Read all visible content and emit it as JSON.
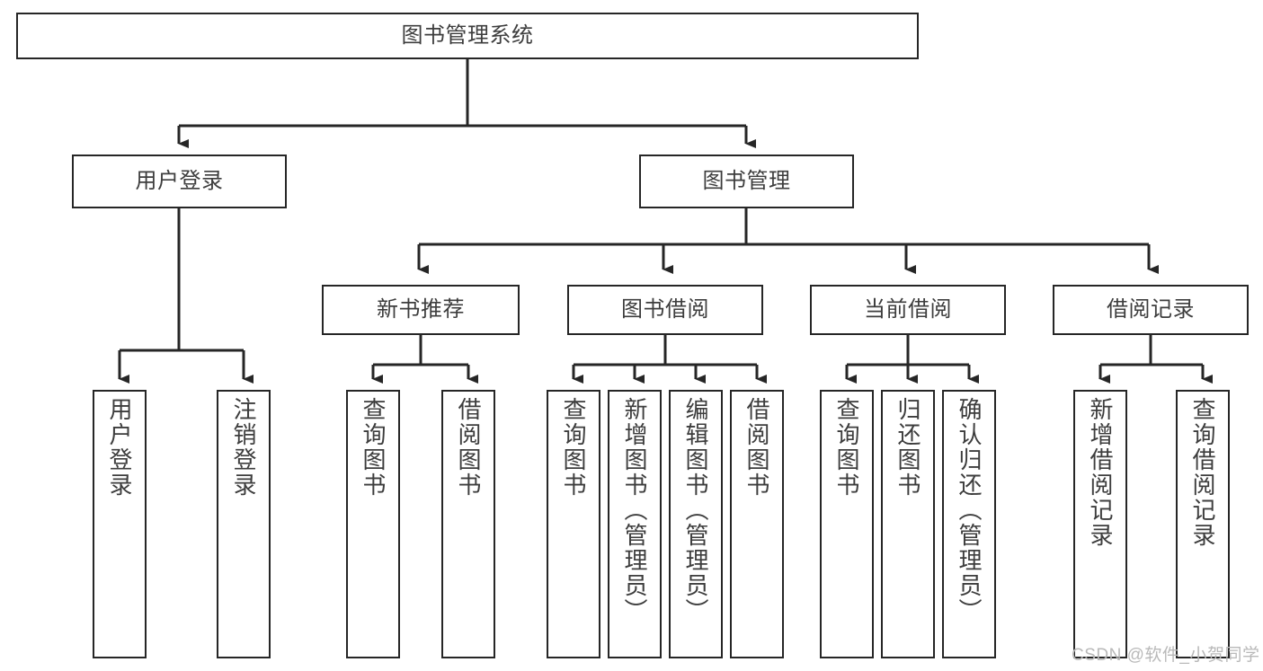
{
  "diagram": {
    "type": "tree-hierarchy-functional-decomposition",
    "root": {
      "id": "root",
      "label": "图书管理系统"
    },
    "level2": [
      {
        "id": "user-login",
        "label": "用户登录"
      },
      {
        "id": "book-management",
        "label": "图书管理"
      }
    ],
    "level3": [
      {
        "id": "new-book-recommend",
        "label": "新书推荐",
        "parent": "book-management"
      },
      {
        "id": "book-borrow",
        "label": "图书借阅",
        "parent": "book-management"
      },
      {
        "id": "current-borrow",
        "label": "当前借阅",
        "parent": "book-management"
      },
      {
        "id": "borrow-record",
        "label": "借阅记录",
        "parent": "book-management"
      }
    ],
    "leaves": [
      {
        "id": "leaf-user-login",
        "label": "用户登录",
        "parent": "user-login"
      },
      {
        "id": "leaf-logout",
        "label": "注销登录",
        "parent": "user-login"
      },
      {
        "id": "leaf-query-book-1",
        "label": "查询图书",
        "parent": "new-book-recommend"
      },
      {
        "id": "leaf-borrow-book-1",
        "label": "借阅图书",
        "parent": "new-book-recommend"
      },
      {
        "id": "leaf-query-book-2",
        "label": "查询图书",
        "parent": "book-borrow"
      },
      {
        "id": "leaf-add-book",
        "label": "新增图书（管理员）",
        "parent": "book-borrow"
      },
      {
        "id": "leaf-edit-book",
        "label": "编辑图书（管理员）",
        "parent": "book-borrow"
      },
      {
        "id": "leaf-borrow-book-2",
        "label": "借阅图书",
        "parent": "book-borrow"
      },
      {
        "id": "leaf-query-book-3",
        "label": "查询图书",
        "parent": "current-borrow"
      },
      {
        "id": "leaf-return-book",
        "label": "归还图书",
        "parent": "current-borrow"
      },
      {
        "id": "leaf-confirm-return",
        "label": "确认归还（管理员）",
        "parent": "current-borrow"
      },
      {
        "id": "leaf-add-record",
        "label": "新增借阅记录",
        "parent": "borrow-record"
      },
      {
        "id": "leaf-query-record",
        "label": "查询借阅记录",
        "parent": "borrow-record"
      }
    ]
  },
  "watermark": {
    "text": "CSDN @软件_小贺同学"
  },
  "colors": {
    "box_border": "#262626",
    "box_fill": "#ffffff",
    "connector": "#262626",
    "text": "#3d3d3d",
    "watermark": "#b9b9b9",
    "background": "#ffffff"
  }
}
